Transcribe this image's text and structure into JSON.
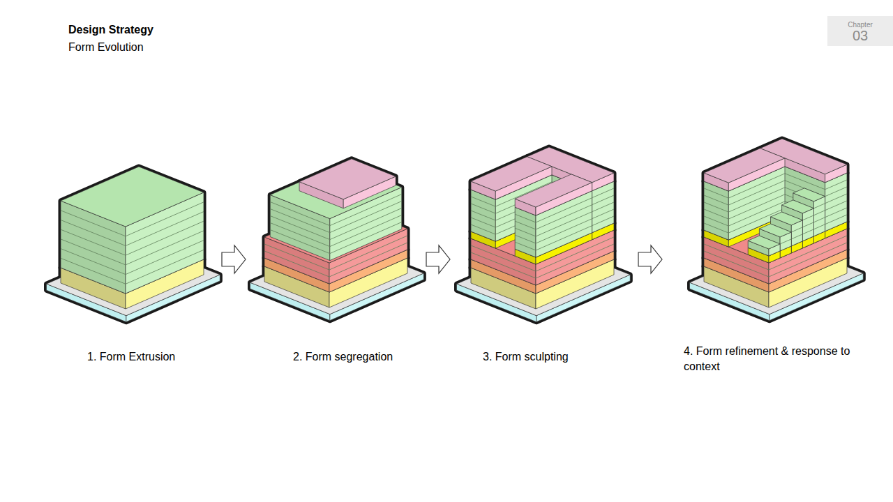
{
  "diagram": {
    "title": "Design Strategy",
    "nodes": [
      {
        "text": [
          "Chapter",
          "03"
        ]
      }
    ],
    "labels": [
      "Form Evolution",
      "1. Form Extrusion",
      "2. Form segregation",
      "3. Form sculpting",
      "4. Form refinement & response to context"
    ]
  }
}
